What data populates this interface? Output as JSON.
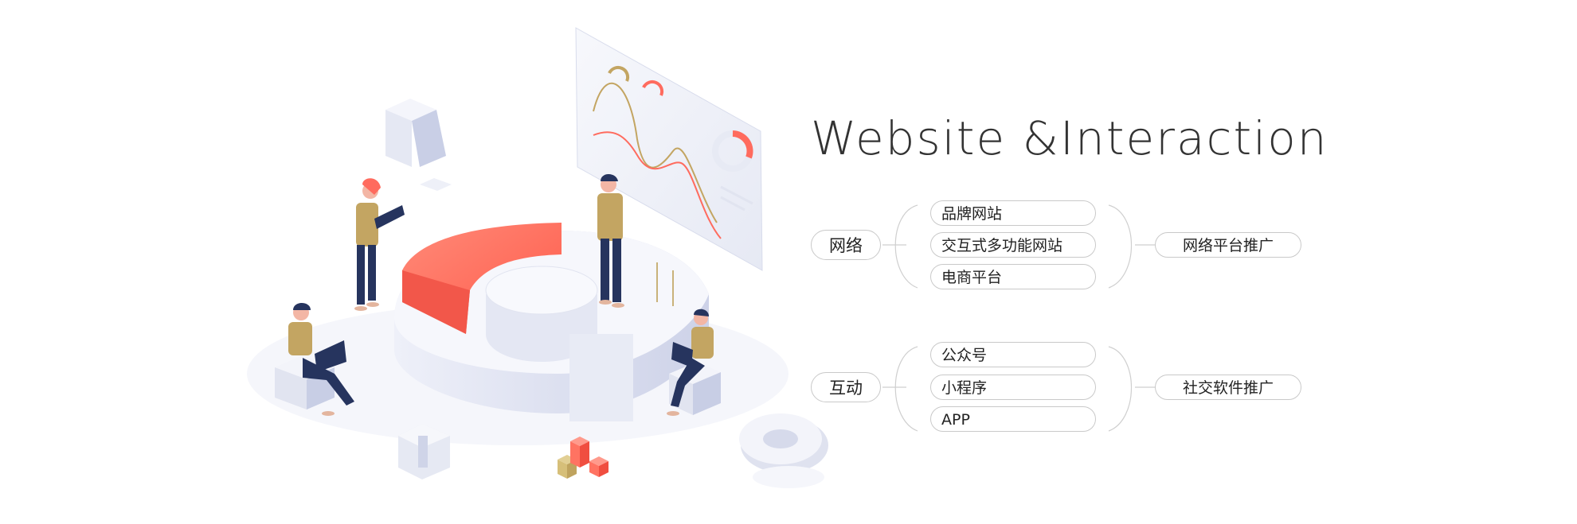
{
  "heading": "Website &Interaction",
  "groups": [
    {
      "label": "网络",
      "items": [
        "品牌网站",
        "交互式多功能网站",
        "电商平台"
      ],
      "result": "网络平台推广"
    },
    {
      "label": "互动",
      "items": [
        "公众号",
        "小程序",
        "APP"
      ],
      "result": "社交软件推广"
    }
  ],
  "colors": {
    "accent": "#ff6b5e",
    "figure_shirt": "#c3a562",
    "figure_pants": "#26345e",
    "isometric_light": "#eef0f8",
    "isometric_shade": "#d9dcec"
  }
}
